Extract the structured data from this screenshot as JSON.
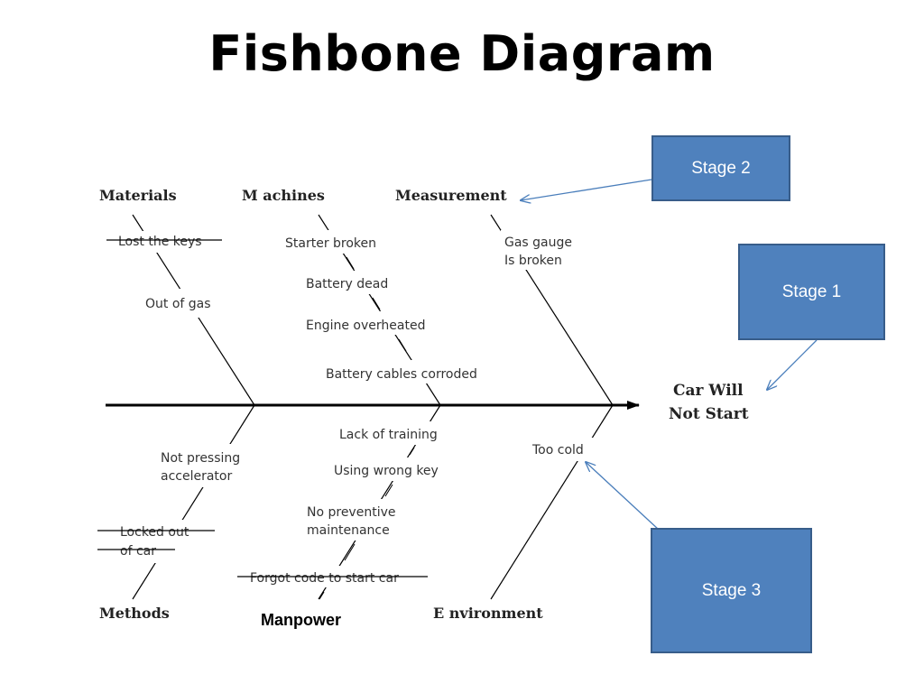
{
  "title": "Fishbone Diagram",
  "effect": [
    "Car Will",
    "Not Start"
  ],
  "categories": {
    "materials": "Materials",
    "machines": "M achines",
    "measurement": "Measurement",
    "methods": "Methods",
    "manpower": "Manpower",
    "environment": "E nvironment"
  },
  "causes": {
    "lost_keys": "Lost the keys",
    "out_of_gas": "Out of gas",
    "starter_broken": "Starter broken",
    "battery_dead": "Battery dead",
    "engine_overheated": "Engine overheated",
    "battery_cables": "Battery cables corroded",
    "gas_gauge_1": "Gas gauge",
    "gas_gauge_2": "Is broken",
    "not_pressing_1": "Not pressing",
    "not_pressing_2": "accelerator",
    "locked_out_1": "Locked out",
    "locked_out_2": "of car",
    "lack_training": "Lack of training",
    "wrong_key": "Using wrong key",
    "no_maint_1": "No preventive",
    "no_maint_2": "maintenance",
    "forgot_code": "Forgot code to start car",
    "too_cold": "Too cold"
  },
  "stages": {
    "stage1": "Stage 1",
    "stage2": "Stage 2",
    "stage3": "Stage 3"
  },
  "colors": {
    "stage_fill": "#4f81bd",
    "stage_border": "#385d8a",
    "arrow": "#4a7ebb"
  }
}
